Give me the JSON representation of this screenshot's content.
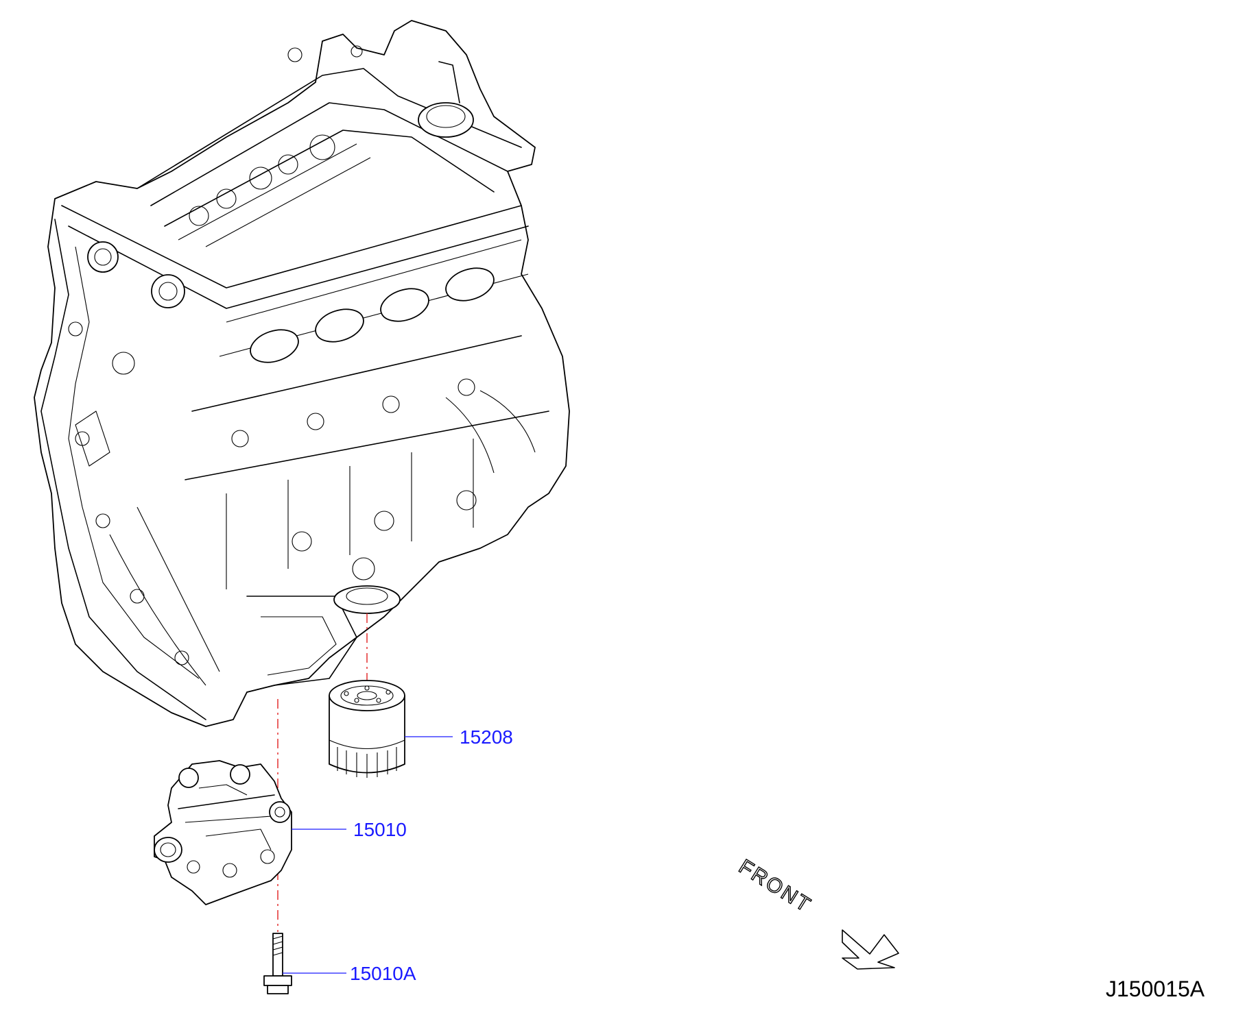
{
  "diagram": {
    "reference_code": "J150015A",
    "direction_label": "FRONT",
    "colors": {
      "callout": "#1a1aff",
      "centerline": "#e02020",
      "outline": "#000000"
    },
    "parts": [
      {
        "number": "15208",
        "icon": "oil-filter-icon"
      },
      {
        "number": "15010",
        "icon": "oil-pump-icon"
      },
      {
        "number": "15010A",
        "icon": "bolt-icon"
      }
    ],
    "icons": {
      "engine": "engine-block-icon",
      "front_arrow": "front-arrow-icon"
    }
  }
}
